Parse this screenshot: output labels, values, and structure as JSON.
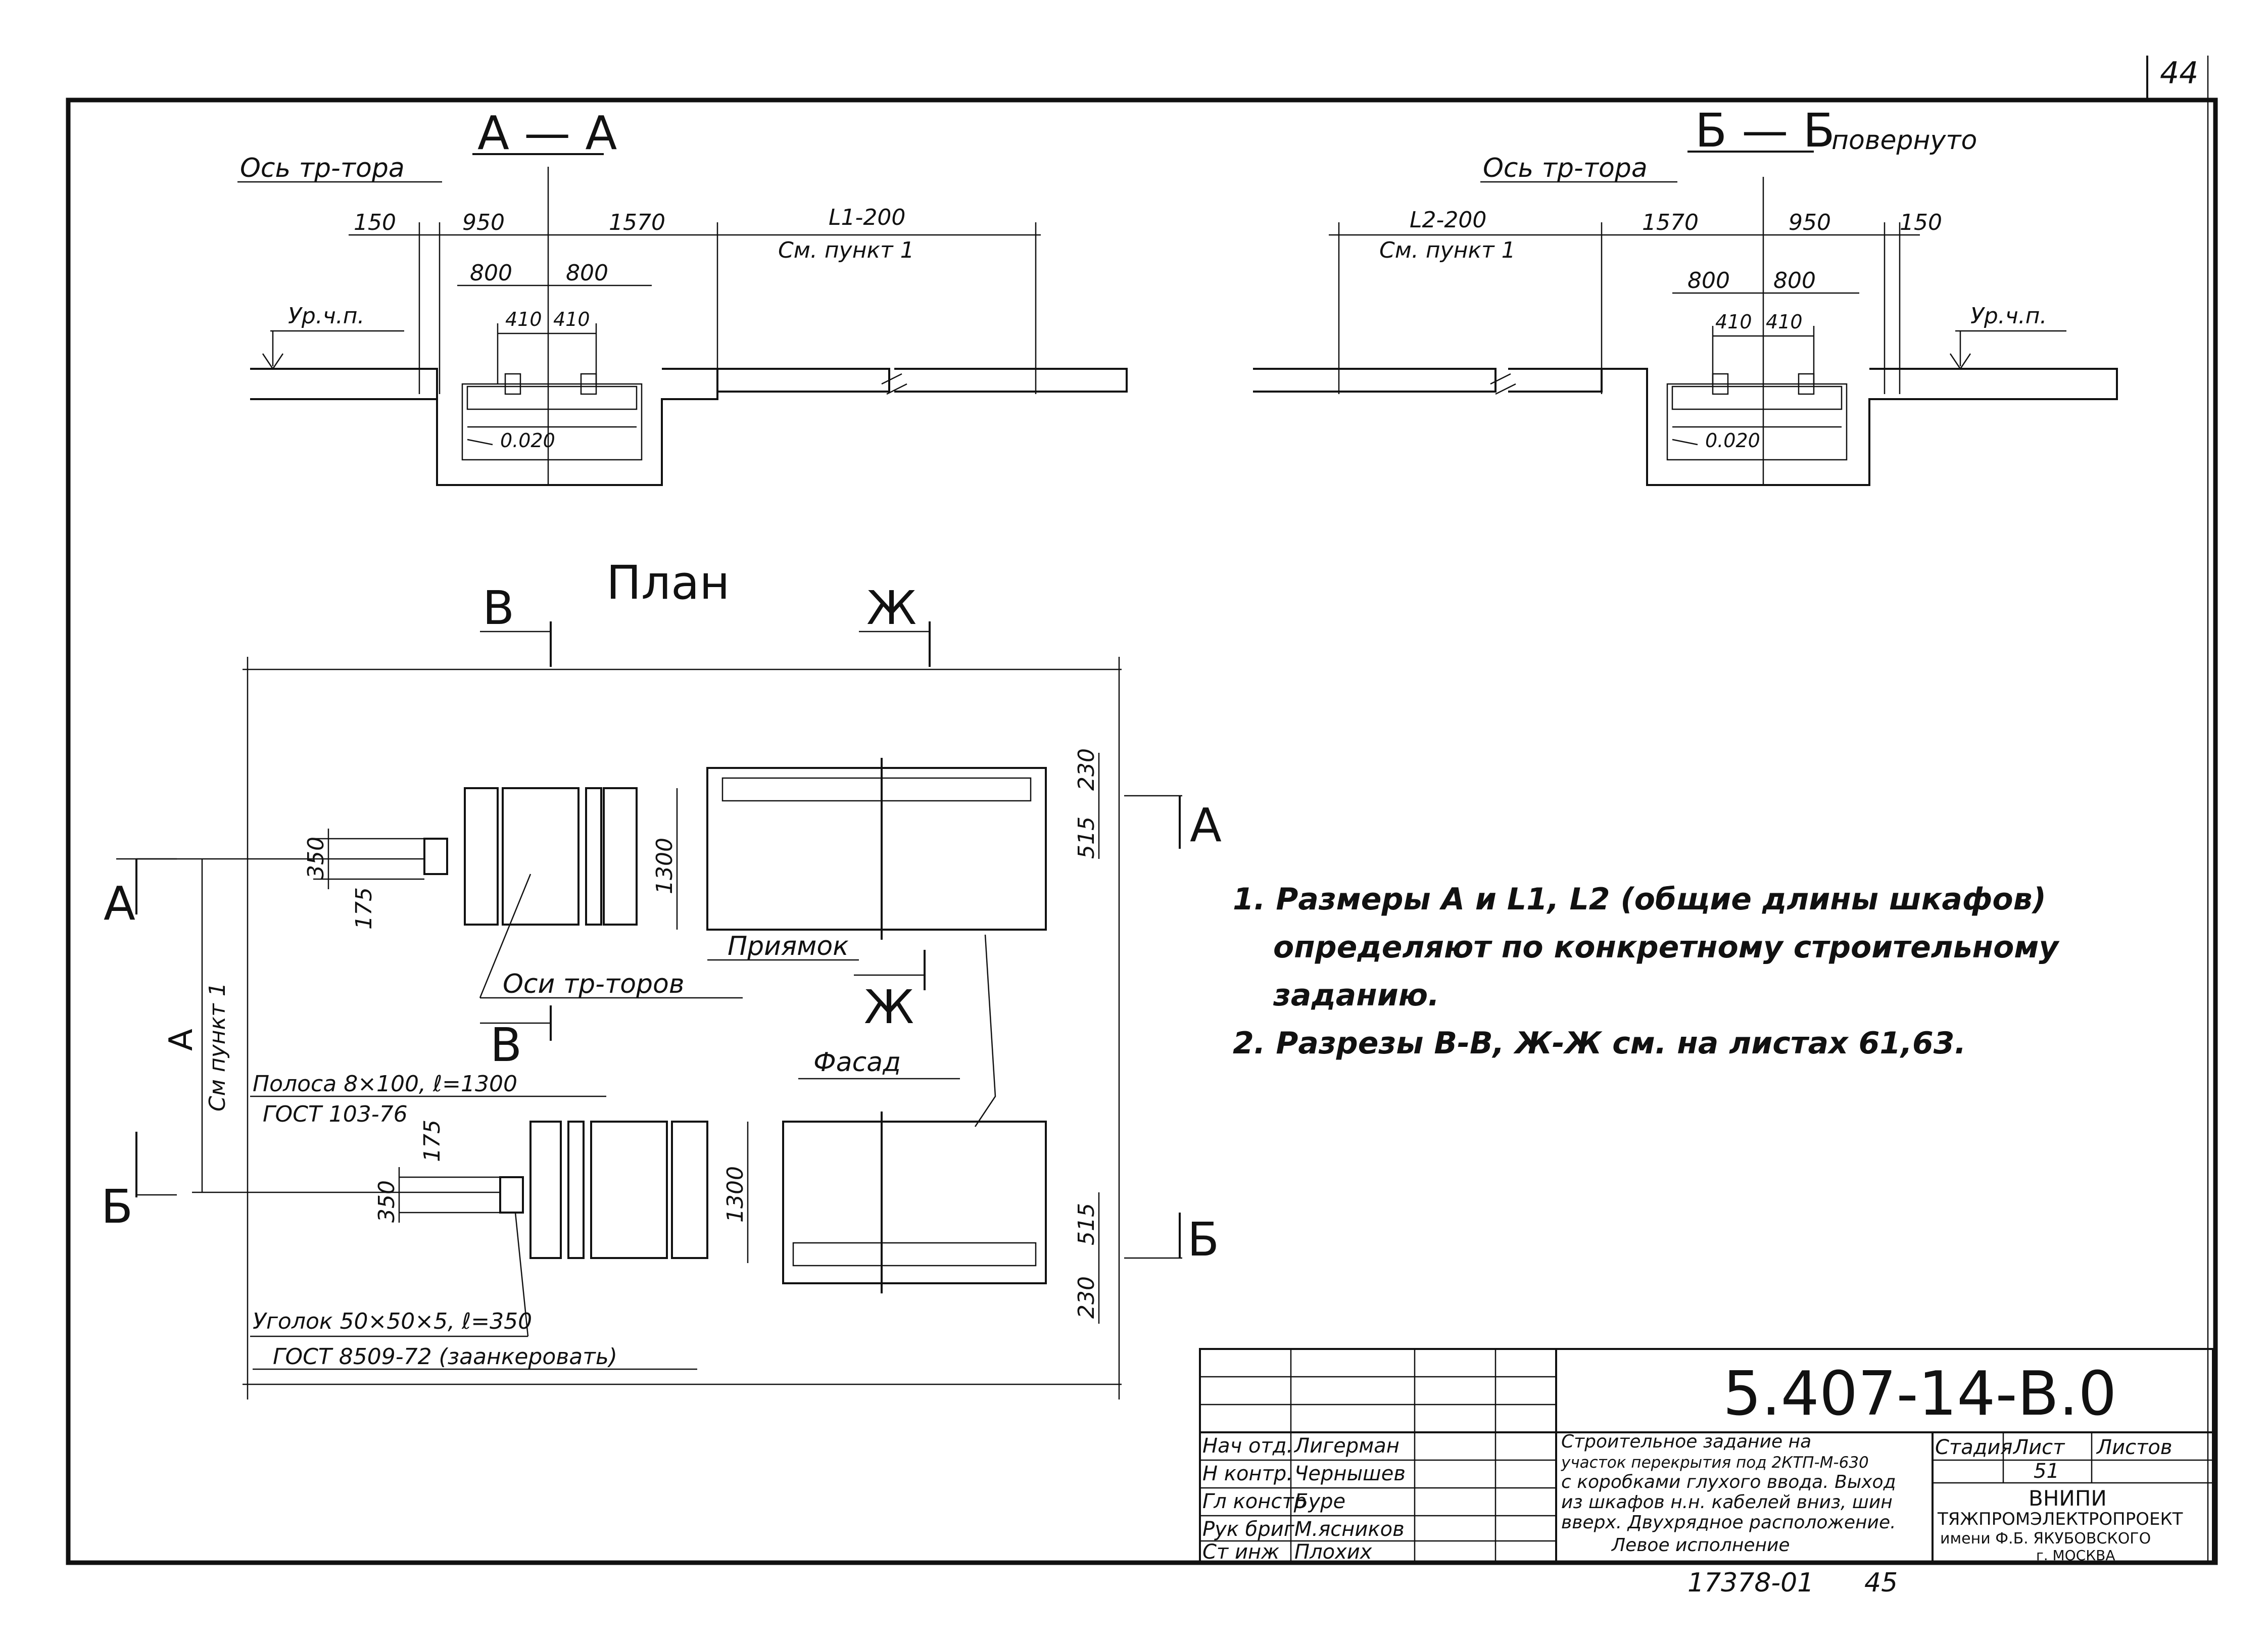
{
  "sheet_number": "44",
  "section_aa": {
    "title": "А — А",
    "axis_label": "Ось тр-тора",
    "dims": [
      "150",
      "950",
      "1570",
      "L1-200"
    ],
    "see_note": "См. пункт 1",
    "inner_dims": [
      "800",
      "800"
    ],
    "small_dims": [
      "410",
      "410"
    ],
    "level_label": "Ур.ч.п.",
    "slope": "0.020"
  },
  "section_bb": {
    "title": "Б — Б",
    "rotated": "повернуто",
    "axis_label": "Ось тр-тора",
    "dims": [
      "L2-200",
      "1570",
      "950",
      "150"
    ],
    "see_note": "См. пункт 1",
    "inner_dims": [
      "800",
      "800"
    ],
    "small_dims": [
      "410",
      "410"
    ],
    "level_label": "Ур.ч.п.",
    "slope": "0.020"
  },
  "plan": {
    "title": "План",
    "cut_v_top": "В",
    "cut_zh_top": "Ж",
    "cut_v_bottom": "В",
    "cut_zh_bottom": "Ж",
    "cut_a_left": "А",
    "cut_a_right": "А",
    "cut_b_left": "Б",
    "cut_b_right": "Б",
    "dim_a": "А",
    "dim_a_note": "См пункт 1",
    "dims_upper": [
      "350",
      "175",
      "1300",
      "230",
      "515"
    ],
    "dims_lower": [
      "175",
      "350",
      "1300",
      "515",
      "230"
    ],
    "pit_label": "Приямок",
    "axes_label": "Оси тр-торов",
    "facade_label": "Фасад",
    "strip_label": "Полоса 8×100, ℓ=1300",
    "strip_gost": "ГОСТ 103-76",
    "angle_label": "Уголок 50×50×5, ℓ=350",
    "angle_gost": "ГОСТ 8509-72 (заанкеровать)"
  },
  "notes": [
    "1. Размеры А и L1, L2 (общие длины шкафов)",
    "определяют по конкретному строительному",
    "заданию.",
    "2. Разрезы В-В, Ж-Ж см. на листах 61,63."
  ],
  "title_block": {
    "doc_code": "5.407-14-В.0",
    "roles": [
      "Нач отд.",
      "Н контр.",
      "Гл констр",
      "Рук бриг",
      "Ст инж"
    ],
    "names": [
      "Лигерман",
      "Чернышев",
      "Буре",
      "М.ясников",
      "Плохих"
    ],
    "description": [
      "Строительное задание на",
      "участок перекрытия под 2КТП-М-630",
      "с коробками глухого ввода. Выход",
      "из шкафов н.н. кабелей вниз, шин",
      "вверх. Двухрядное расположение.",
      "Левое исполнение"
    ],
    "stage_header": "Стадия",
    "sheet_header": "Лист",
    "sheets_header": "Листов",
    "sheet_value": "51",
    "org_lines": [
      "ВНИПИ",
      "ТЯЖПРОМЭЛЕКТРОПРОЕКТ",
      "имени Ф.Б. ЯКУБОВСКОГО",
      "г. МОСКВА"
    ],
    "archive_no": "17378-01",
    "archive_page": "45"
  }
}
